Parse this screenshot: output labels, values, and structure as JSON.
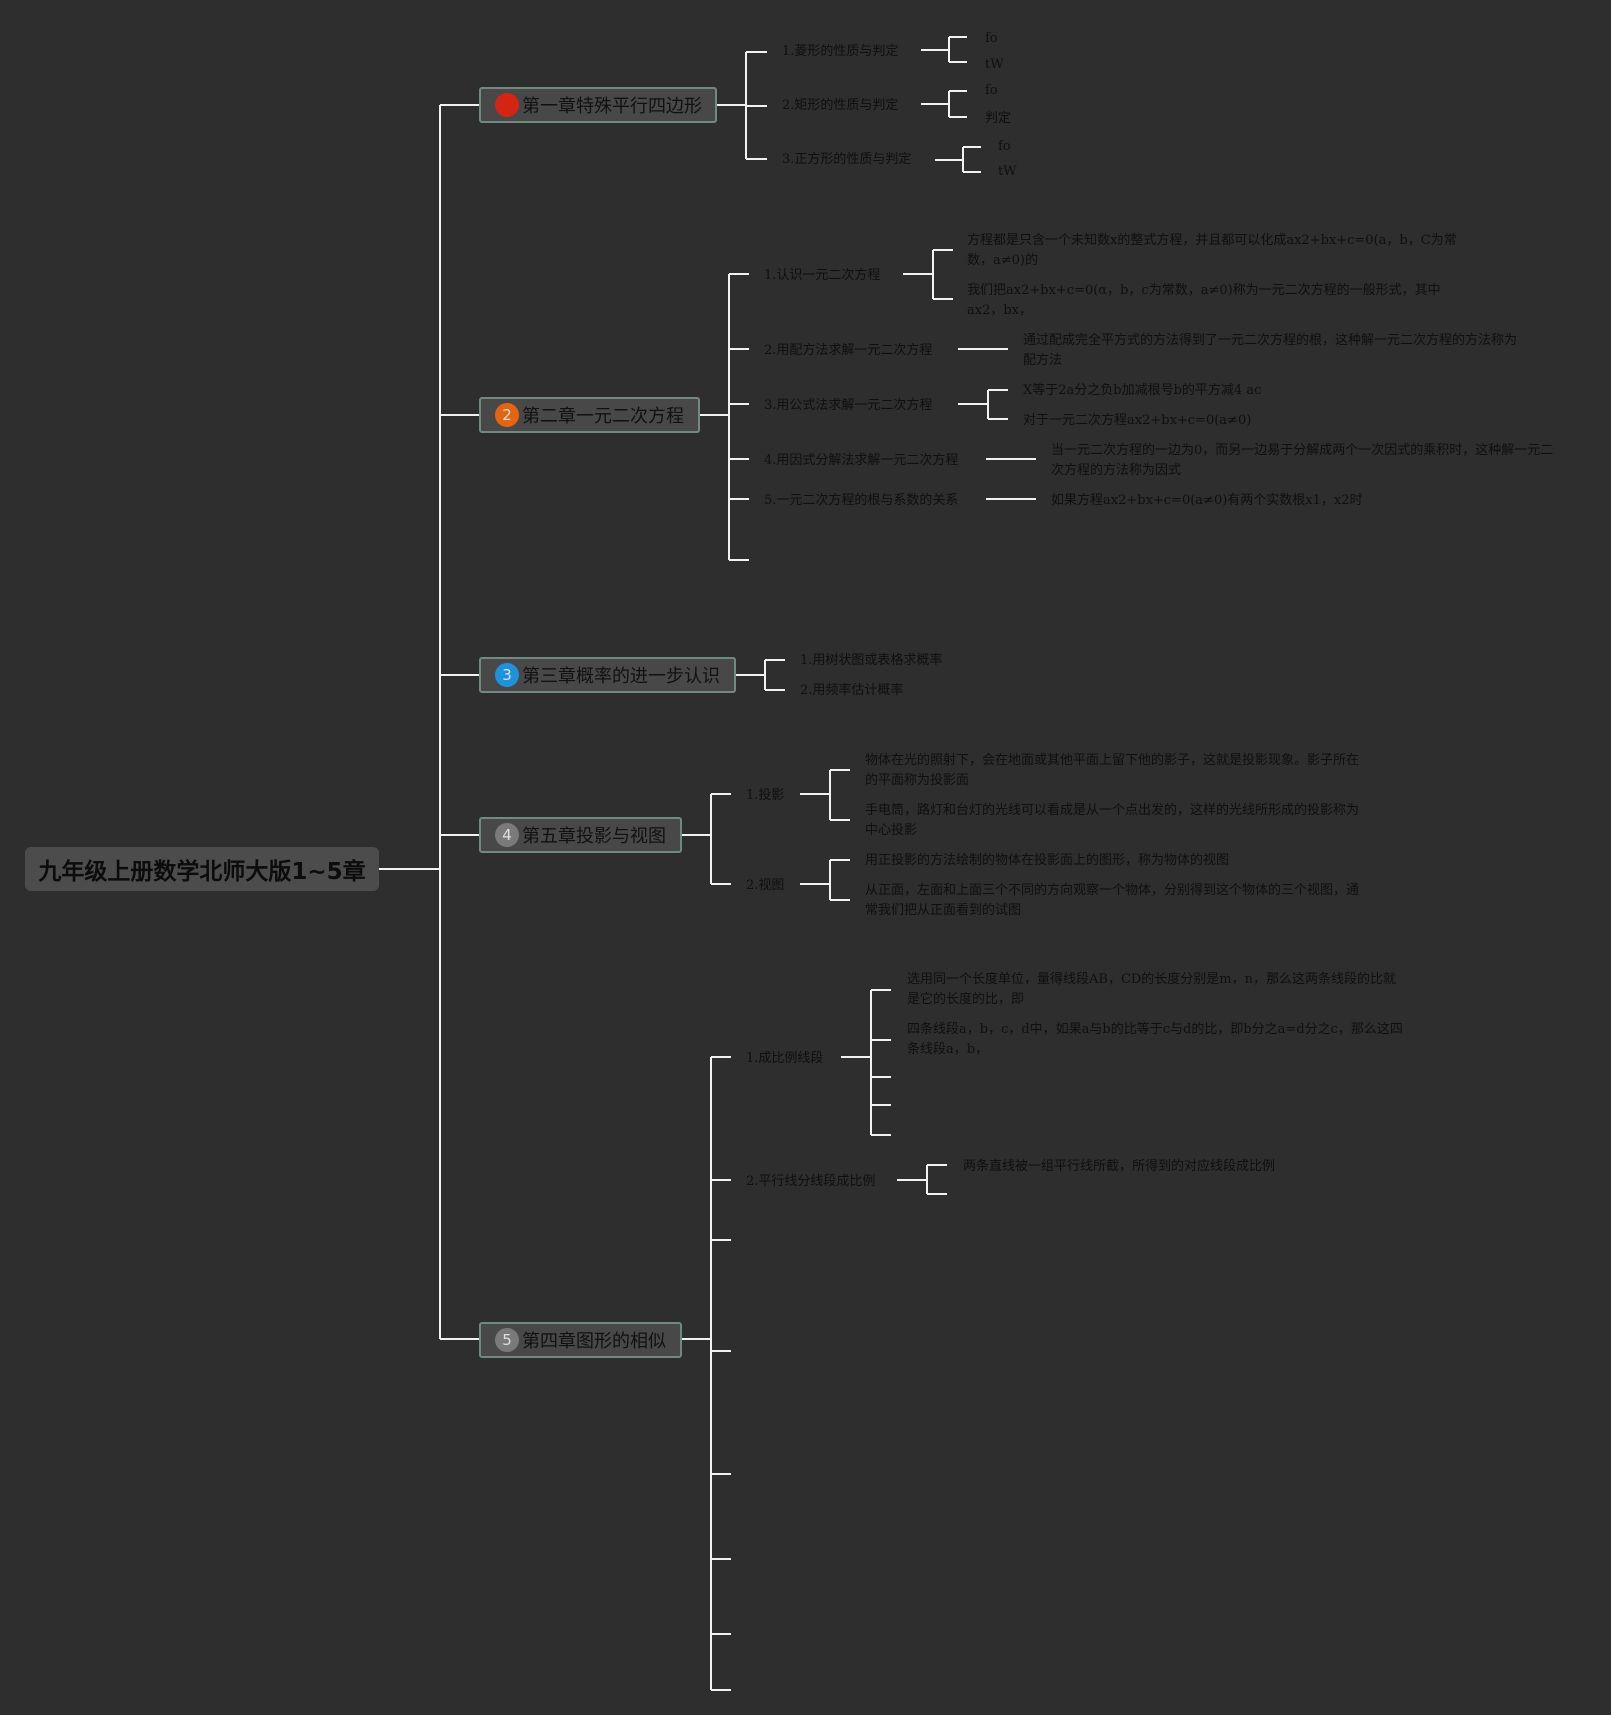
{
  "colors": {
    "background": "#2e2e2e",
    "line": "#f2f2f2",
    "badge_red": "#d42414",
    "badge_orange": "#e3650f",
    "badge_blue": "#1e93dc",
    "badge_gray": "#7a7a7a"
  },
  "root": {
    "label": "九年级上册数学北师大版1~5章"
  },
  "chapters": [
    {
      "badge": "",
      "title": "第一章特殊平行四边形",
      "topics": [
        {
          "label": "1.菱形的性质与判定",
          "leaves": [
            "fo",
            "tW"
          ]
        },
        {
          "label": "2.矩形的性质与判定",
          "leaves": [
            "fo",
            "判定"
          ]
        },
        {
          "label": "3.正方形的性质与判定",
          "leaves": [
            "fo",
            "tW"
          ]
        }
      ]
    },
    {
      "badge": "2",
      "title": "第二章一元二次方程",
      "topics": [
        {
          "label": "1.认识一元二次方程",
          "leaves": [
            "方程都是只含一个未知数x的整式方程，并且都可以化成ax2+bx+c=0(a，b，C为常数，a≠0)的",
            "我们把ax2+bx+c=0(α，b，c为常数，a≠0)称为一元二次方程的一般形式，其中ax2，bx，"
          ]
        },
        {
          "label": "2.用配方法求解一元二次方程",
          "leaves": [
            "通过配成完全平方式的方法得到了一元二次方程的根，这种解一元二次方程的方法称为配方法"
          ]
        },
        {
          "label": "3.用公式法求解一元二次方程",
          "leaves": [
            "X等于2a分之负b加减根号b的平方减4 ac",
            "对于一元二次方程ax2+bx+c=0(a≠0)"
          ]
        },
        {
          "label": "4.用因式分解法求解一元二次方程",
          "leaves": [
            "当一元二次方程的一边为0，而另一边易于分解成两个一次因式的乘积时，这种解一元二次方程的方法称为因式"
          ]
        },
        {
          "label": "5.一元二次方程的根与系数的关系",
          "leaves": [
            "如果方程ax2+bx+c=0(a≠0)有两个实数根x1，x2时"
          ]
        }
      ]
    },
    {
      "badge": "3",
      "title": "第三章概率的进一步认识",
      "topics": [
        {
          "label": "1.用树状图或表格求概率",
          "leaves": []
        },
        {
          "label": "2.用频率估计概率",
          "leaves": []
        }
      ]
    },
    {
      "badge": "4",
      "title": "第五章投影与视图",
      "topics": [
        {
          "label": "1.投影",
          "leaves": [
            "物体在光的照射下，会在地面或其他平面上留下他的影子，这就是投影现象。影子所在的平面称为投影面",
            "手电筒，路灯和台灯的光线可以看成是从一个点出发的，这样的光线所形成的投影称为中心投影"
          ]
        },
        {
          "label": "2.视图",
          "leaves": [
            "用正投影的方法绘制的物体在投影面上的图形，称为物体的视图",
            "从正面，左面和上面三个不同的方向观察一个物体，分别得到这个物体的三个视图，通常我们把从正面看到的试图"
          ]
        }
      ]
    },
    {
      "badge": "5",
      "title": "第四章图形的相似",
      "topics": [
        {
          "label": "1.成比例线段",
          "leaves": [
            "选用同一个长度单位，量得线段AB，CD的长度分别是m，n，那么这两条线段的比就是它的长度的比，即",
            "四条线段a，b，c，d中，如果a与b的比等于c与d的比，即b分之a=d分之c，那么这四条线段a，b，"
          ]
        },
        {
          "label": "2.平行线分线段成比例",
          "leaves": [
            "两条直线被一组平行线所截，所得到的对应线段成比例"
          ]
        }
      ]
    }
  ]
}
